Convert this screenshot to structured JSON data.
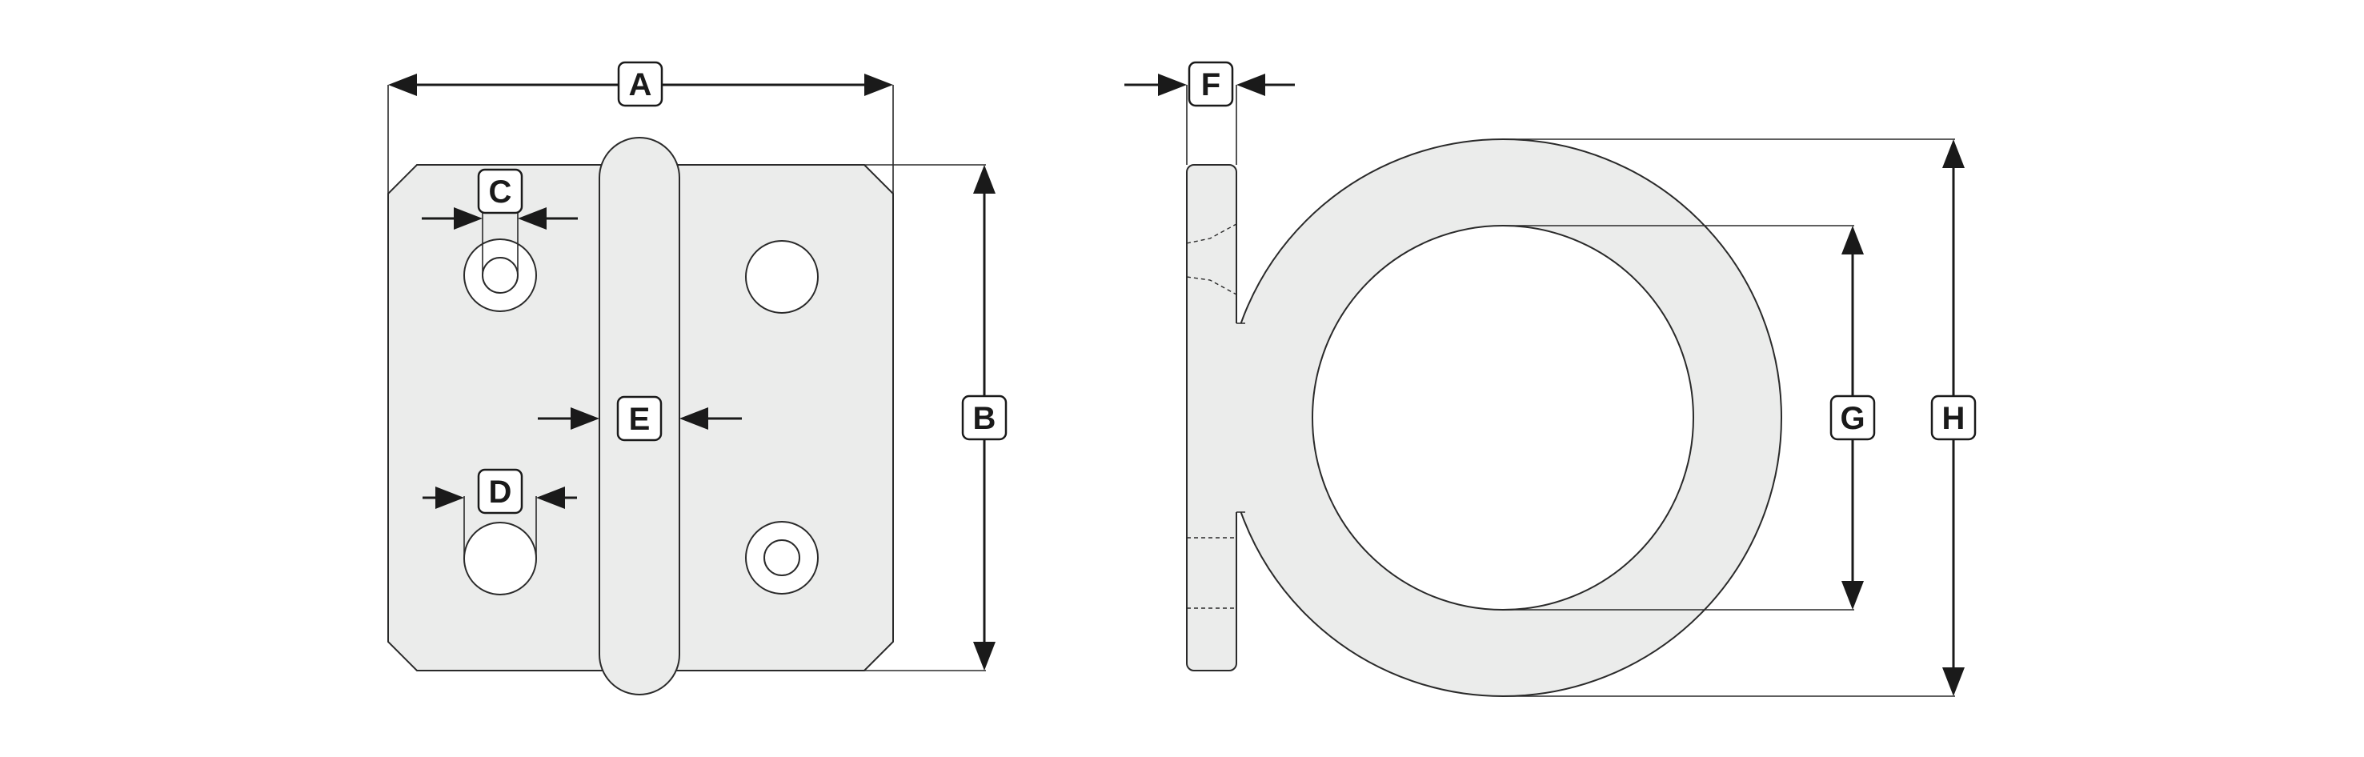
{
  "labels": {
    "A": "A",
    "B": "B",
    "C": "C",
    "D": "D",
    "E": "E",
    "F": "F",
    "G": "G",
    "H": "H"
  },
  "colors": {
    "fill": "#ebeceb",
    "line": "#2a2a2a",
    "background": "#ffffff"
  }
}
